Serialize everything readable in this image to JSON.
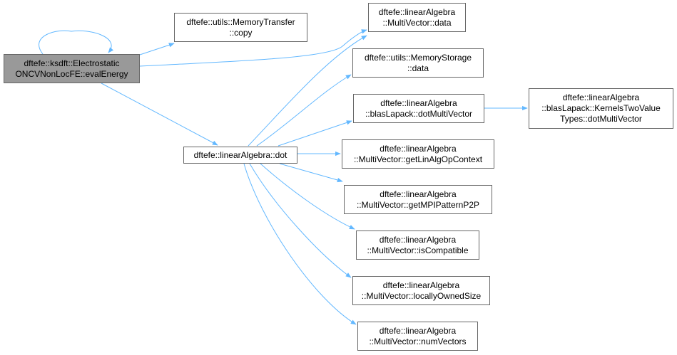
{
  "colors": {
    "edge": "#63b8ff",
    "node_border": "#666666",
    "root_fill": "#999999",
    "node_fill": "#ffffff"
  },
  "nodes": {
    "root": "dftefe::ksdft::Electrostatic\nONCVNonLocFE::evalEnergy",
    "memory_transfer_copy": "dftefe::utils::MemoryTransfer\n::copy",
    "mv_data": "dftefe::linearAlgebra\n::MultiVector::data",
    "memory_storage_data": "dftefe::utils::MemoryStorage\n::data",
    "blaslapack_dot_multivector": "dftefe::linearAlgebra\n::blasLapack::dotMultiVector",
    "kernels_dot_multivector": "dftefe::linearAlgebra\n::blasLapack::KernelsTwoValue\nTypes::dotMultiVector",
    "linalg_dot": "dftefe::linearAlgebra::dot",
    "mv_get_linalg_op_context": "dftefe::linearAlgebra\n::MultiVector::getLinAlgOpContext",
    "mv_get_mpi_pattern_p2p": "dftefe::linearAlgebra\n::MultiVector::getMPIPatternP2P",
    "mv_is_compatible": "dftefe::linearAlgebra\n::MultiVector::isCompatible",
    "mv_locally_owned_size": "dftefe::linearAlgebra\n::MultiVector::locallyOwnedSize",
    "mv_num_vectors": "dftefe::linearAlgebra\n::MultiVector::numVectors"
  }
}
